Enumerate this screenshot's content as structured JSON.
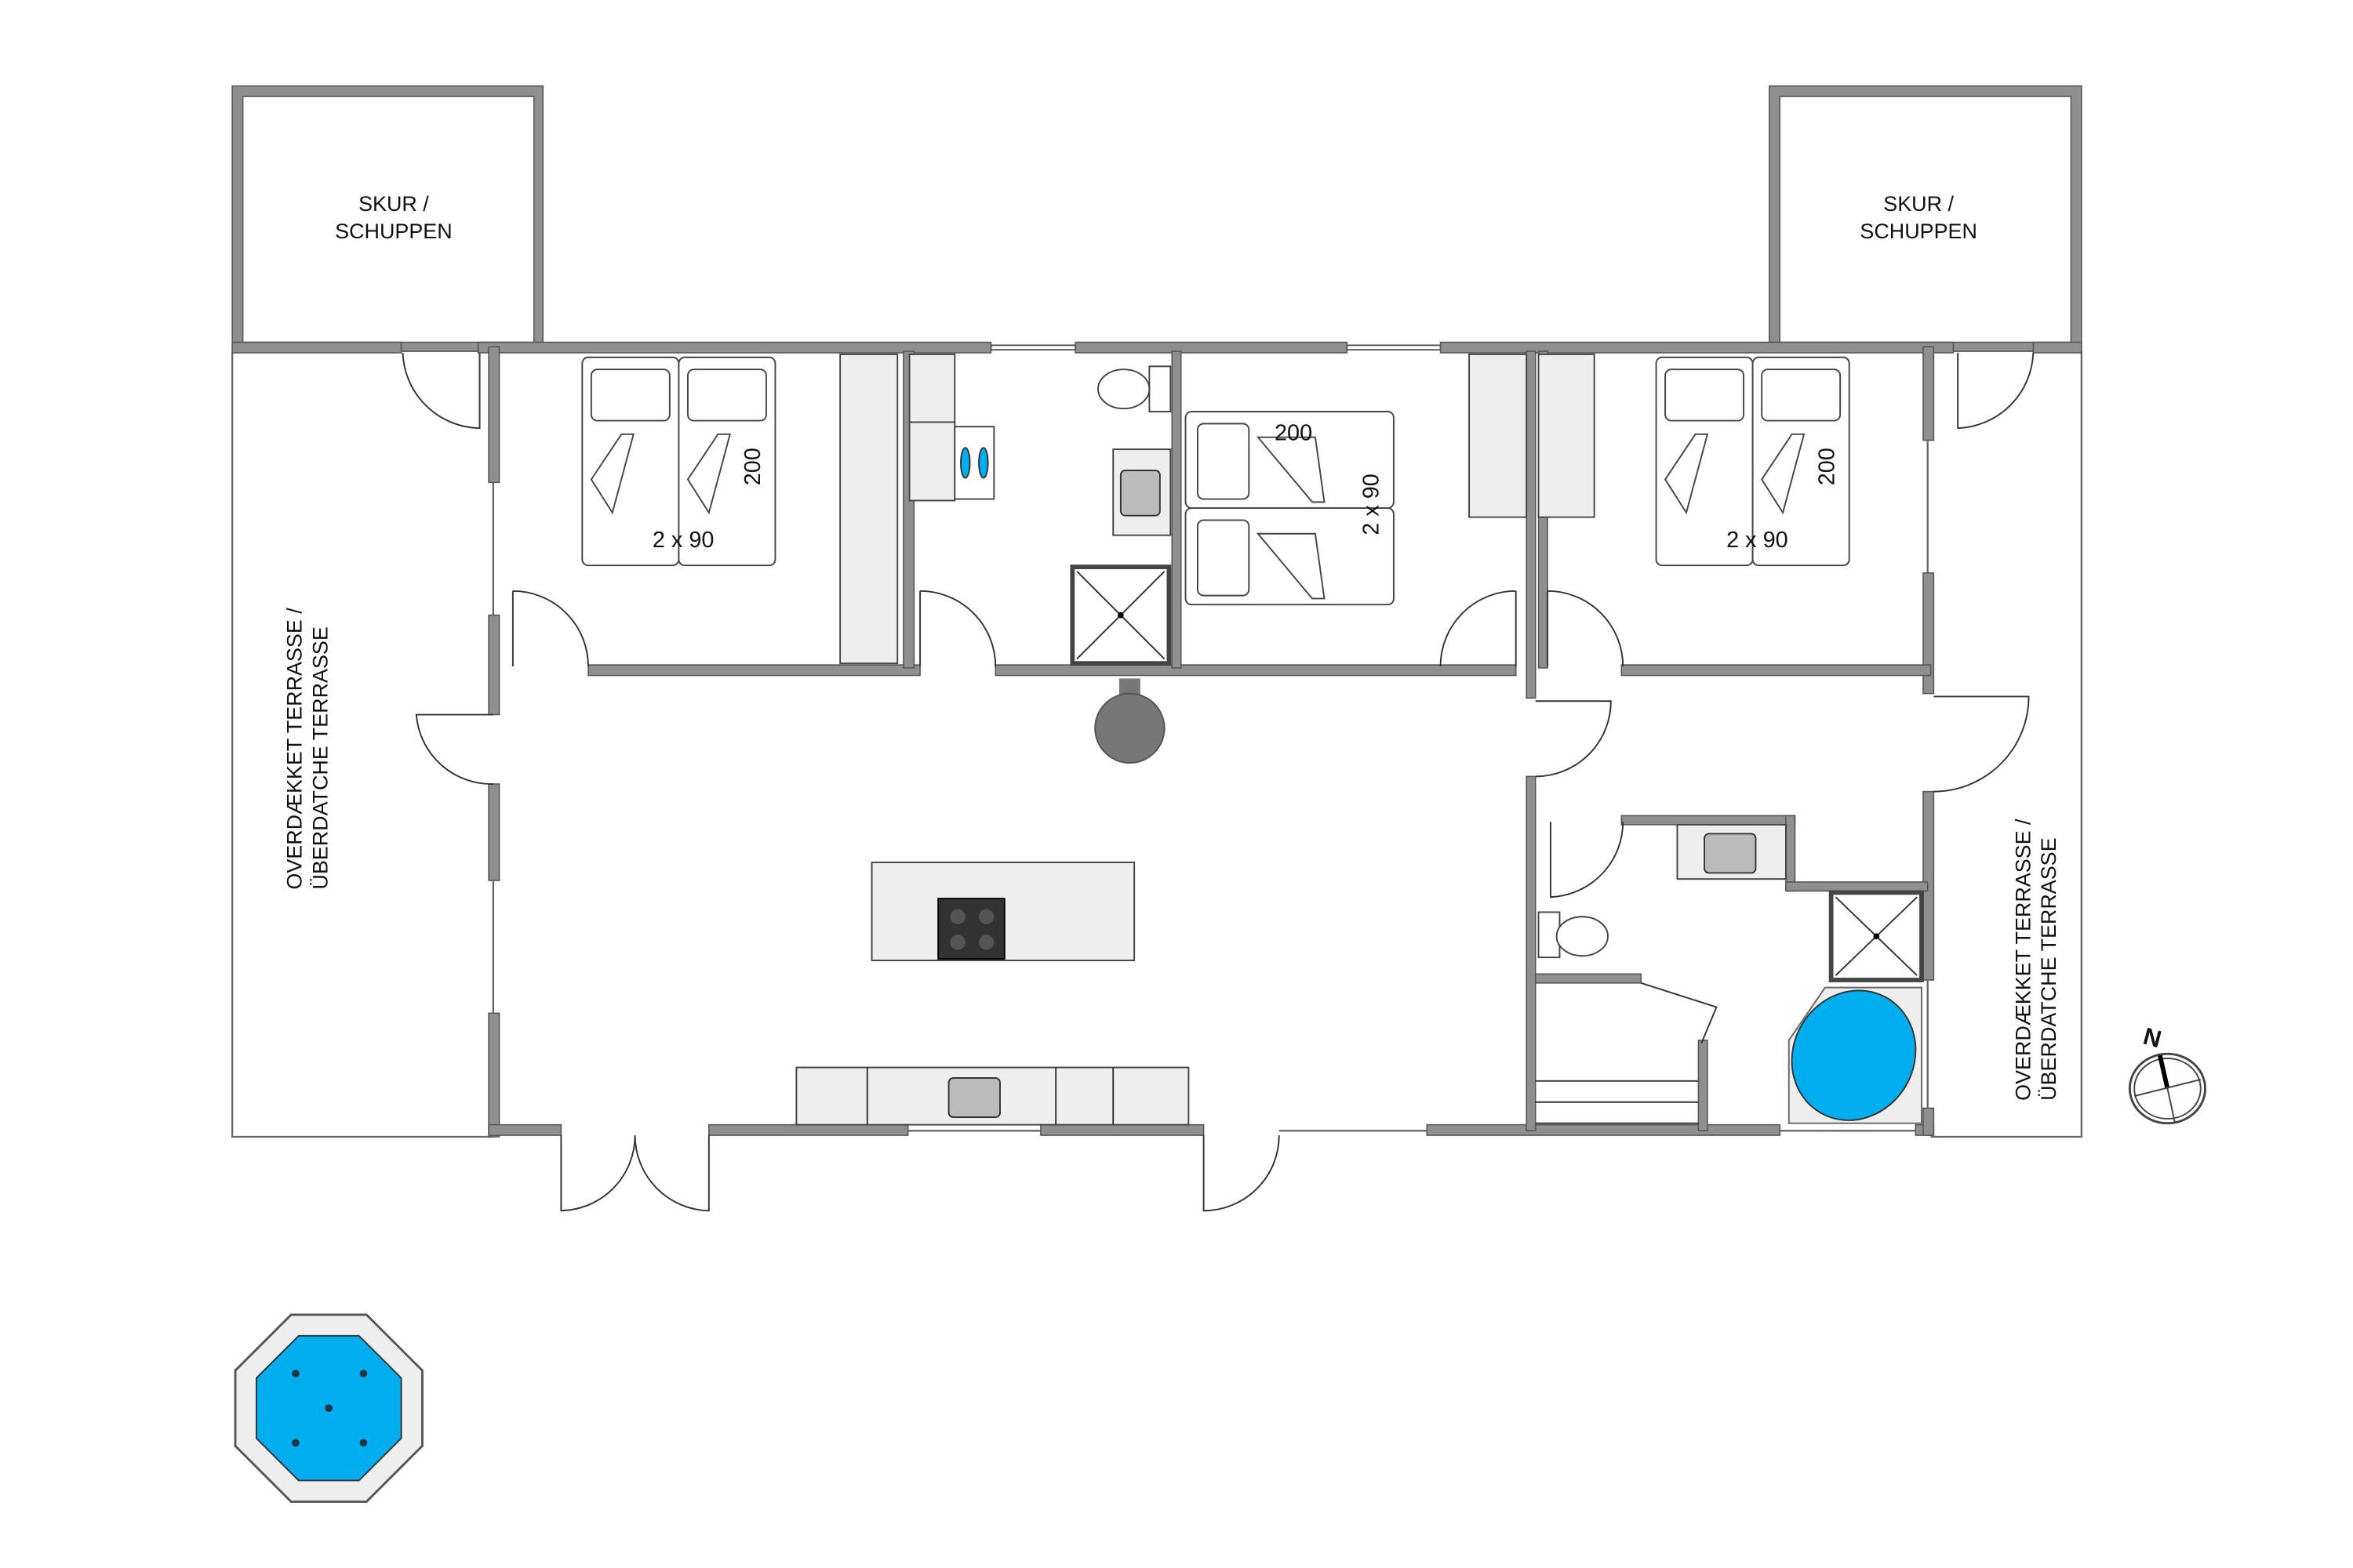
{
  "labels": {
    "shed_left": [
      "SKUR /",
      "SCHUPPEN"
    ],
    "shed_right": [
      "SKUR /",
      "SCHUPPEN"
    ],
    "terrace_left": [
      "OVERDÆKKET TERRASSE /",
      "ÜBERDATCHE TERRASSE"
    ],
    "terrace_right": [
      "OVERDÆKKET TERRASSE /",
      "ÜBERDATCHE TERRASSE"
    ]
  },
  "beds": [
    {
      "width": "2 x 90",
      "length": "200"
    },
    {
      "width": "2 x 90",
      "length": "200"
    },
    {
      "width": "2 x 90",
      "length": "200"
    }
  ],
  "compass": {
    "north": "N"
  },
  "colors": {
    "wall": "#8f8f8f",
    "water": "#00aeef",
    "counter": "#eeeeee"
  }
}
